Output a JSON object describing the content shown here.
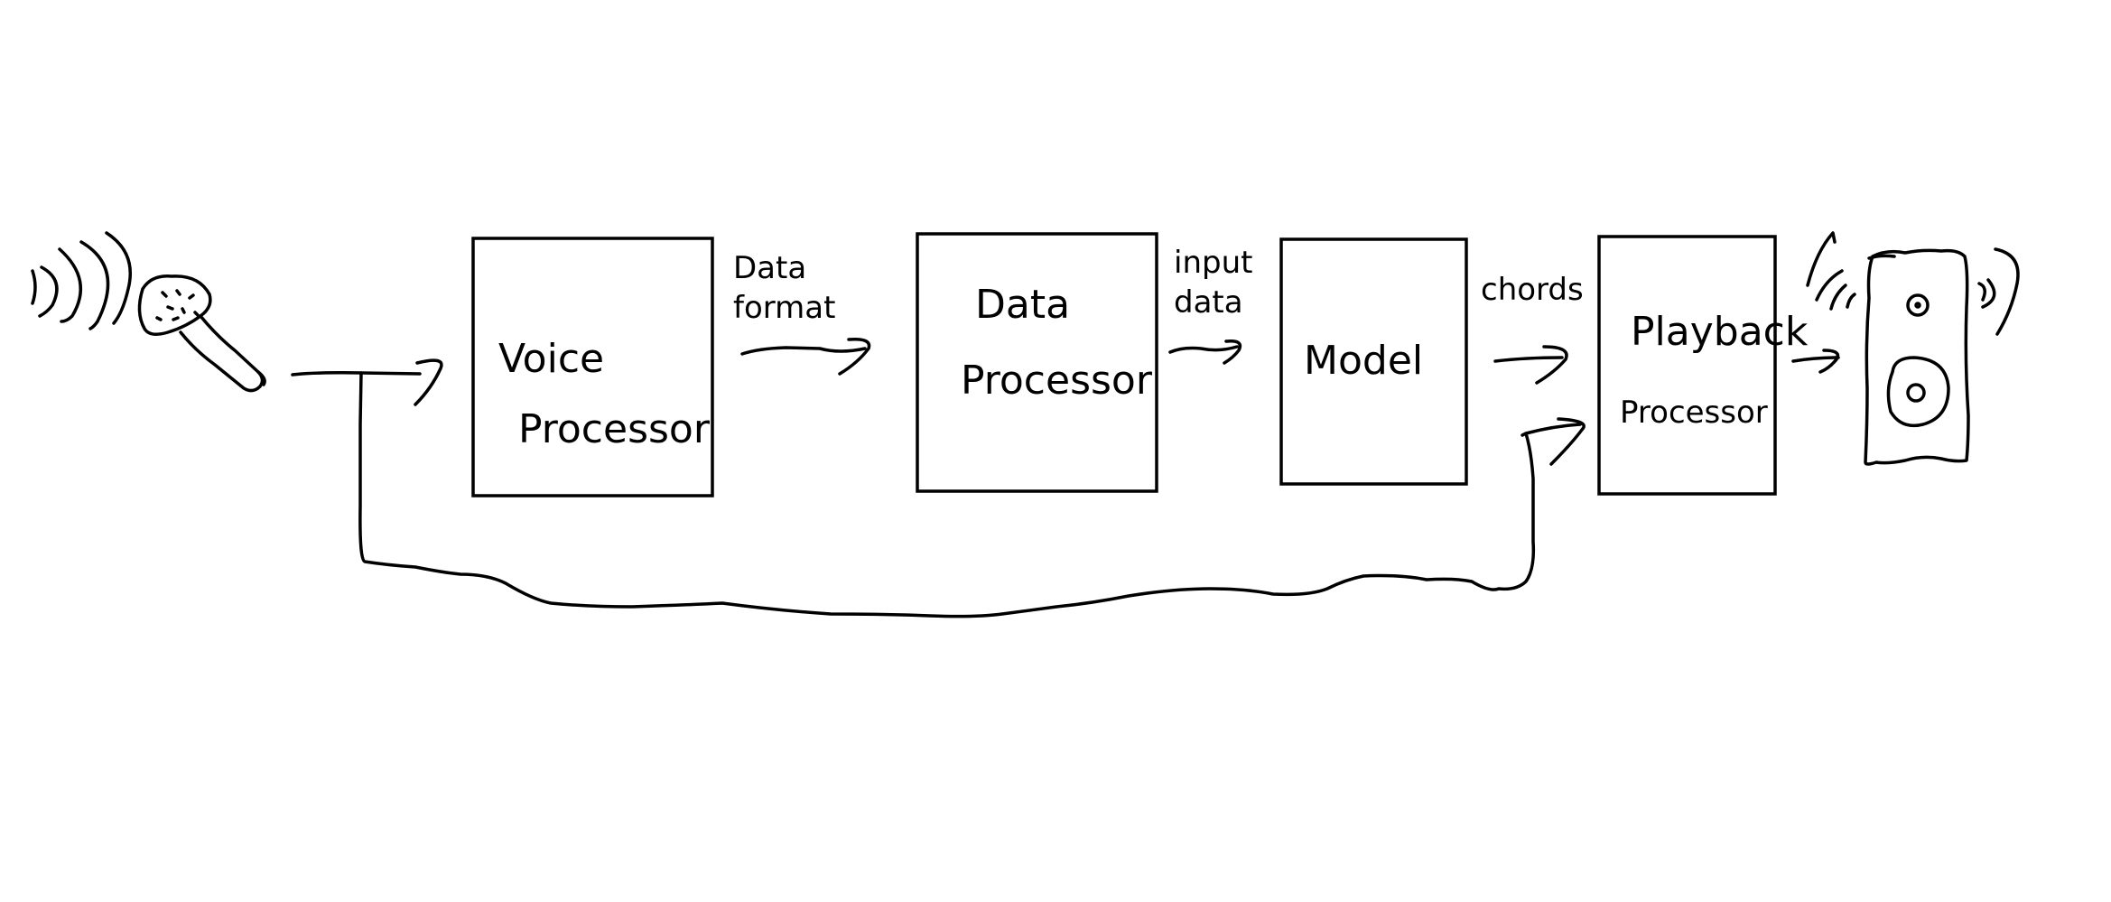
{
  "diagram": {
    "blocks": [
      {
        "id": "voice",
        "line1": "Voice",
        "line2": "Processor"
      },
      {
        "id": "data",
        "line1": "Data",
        "line2": "Processor"
      },
      {
        "id": "model",
        "line1": "Model",
        "line2": ""
      },
      {
        "id": "playback",
        "line1": "Playback",
        "line2": "Processor"
      }
    ],
    "edge_labels": {
      "voice_to_data": {
        "line1": "Data",
        "line2": "format"
      },
      "data_to_model": {
        "line1": "input",
        "line2": "data"
      },
      "model_to_playback": {
        "line1": "chords",
        "line2": ""
      }
    },
    "icons": {
      "source": "microphone-icon",
      "sink": "speaker-icon"
    },
    "stroke_color": "#000000",
    "background_color": "#ffffff"
  }
}
